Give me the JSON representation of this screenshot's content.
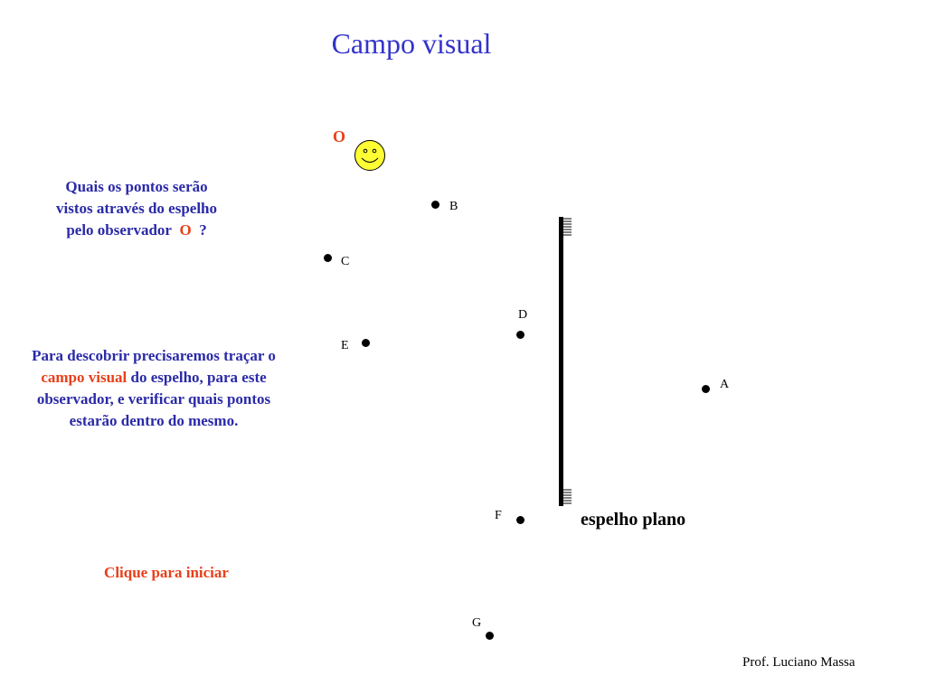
{
  "title": "Campo visual",
  "observer": {
    "label": "O",
    "icon": "smiley-face-icon",
    "color": "#ffff33"
  },
  "question": {
    "line1": "Quais os pontos serão",
    "line2": "vistos através do espelho",
    "line3_pre": "pelo observador",
    "line3_o": "O",
    "line3_post": "?"
  },
  "explanation": {
    "text1": "Para descobrir precisaremos traçar o",
    "highlight": "campo visual",
    "text2": "do espelho,  para este observador, e verificar quais pontos estarão dentro do mesmo."
  },
  "start_link": "Clique para iniciar",
  "points": {
    "A": "A",
    "B": "B",
    "C": "C",
    "D": "D",
    "E": "E",
    "F": "F",
    "G": "G"
  },
  "mirror": {
    "label": "espelho plano"
  },
  "author": "Prof. Luciano Massa",
  "colors": {
    "blue_text": "#2a2aa8",
    "title_blue": "#3333cc",
    "red_text": "#e8401a"
  }
}
